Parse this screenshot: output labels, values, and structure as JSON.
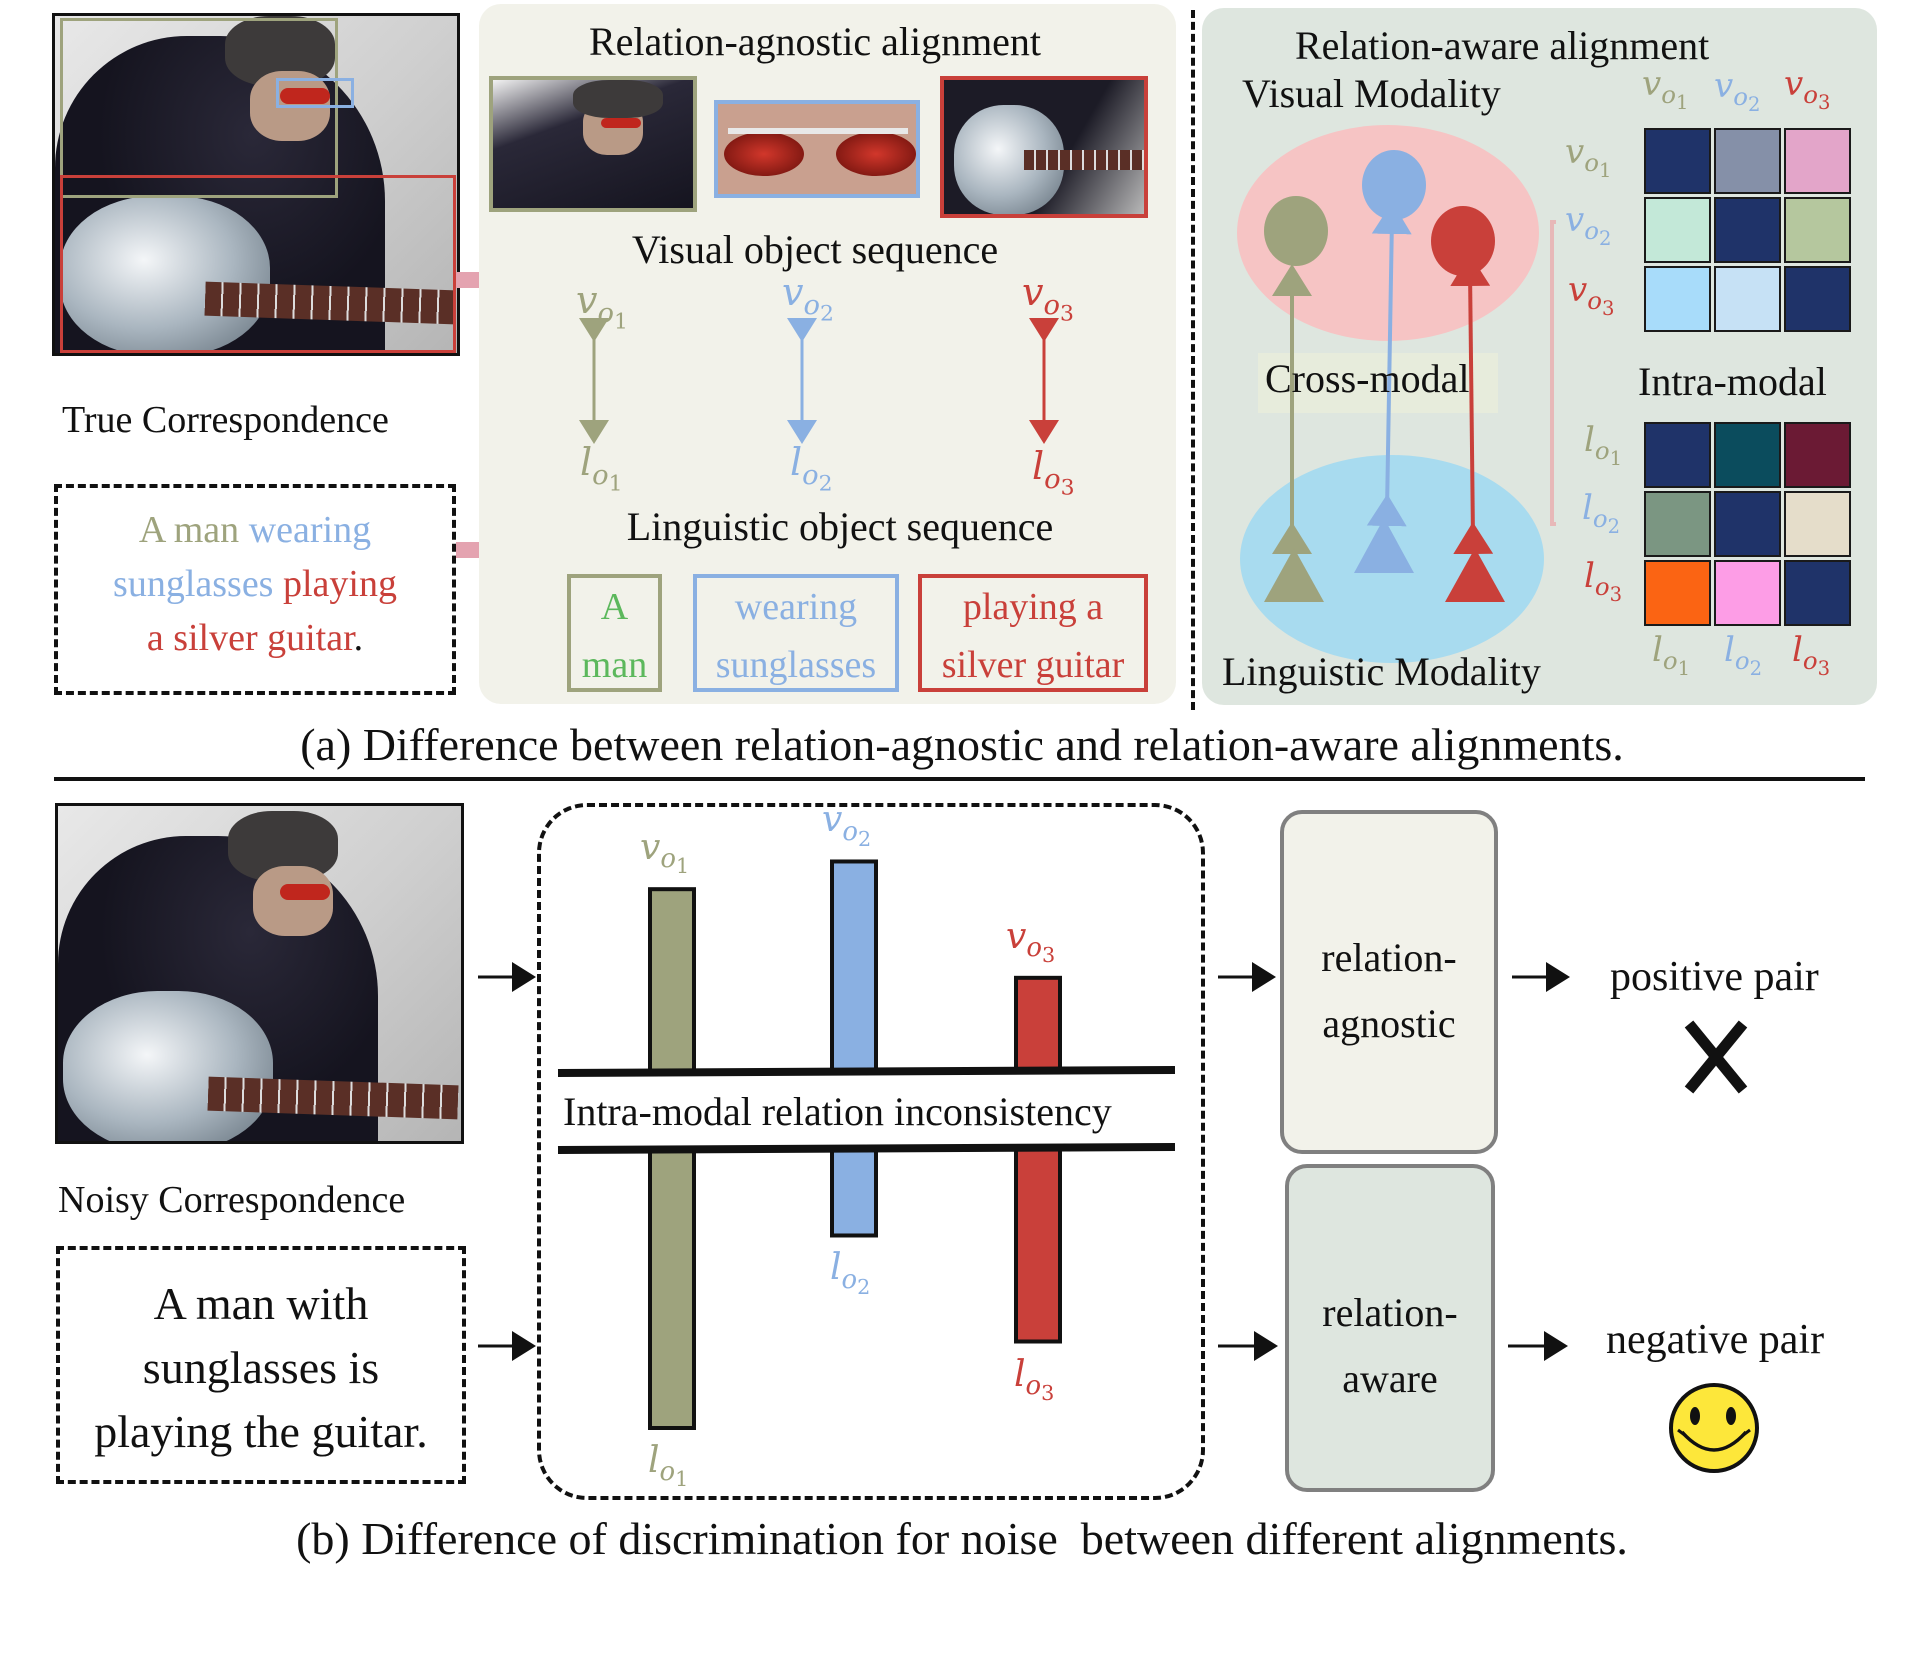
{
  "colors": {
    "green": "#9ea37d",
    "blue": "#8ab0e2",
    "red": "#c9403a",
    "bright_green": "#5cb85c",
    "panel_agnostic_bg": "#f2f2ea",
    "panel_aware_bg": "#dee6df",
    "pink_arrow": "#e4a3b0",
    "visual_ellipse": "#f6c4c4",
    "linguistic_ellipse": "#a8dbef"
  },
  "part_a": {
    "true_correspondence_label": "True Correspondence",
    "caption_tokens": [
      {
        "text": "A man ",
        "color": "green"
      },
      {
        "text": "wearing",
        "color": "blue"
      },
      {
        "text": "sunglasses ",
        "color": "blue"
      },
      {
        "text": "playing",
        "color": "red"
      },
      {
        "text": "a silver guitar",
        "color": "red"
      },
      {
        "text": ".",
        "color": "black"
      }
    ],
    "caption_lines": [
      "A man wearing",
      "sunglasses playing",
      "a silver guitar."
    ],
    "agnostic": {
      "title": "Relation-agnostic alignment",
      "visual_sequence_label": "Visual object sequence",
      "linguistic_sequence_label": "Linguistic object sequence",
      "visual_objects": [
        {
          "symbol": "v",
          "sub": "o",
          "index": "1",
          "color": "green"
        },
        {
          "symbol": "v",
          "sub": "o",
          "index": "2",
          "color": "blue"
        },
        {
          "symbol": "v",
          "sub": "o",
          "index": "3",
          "color": "red"
        }
      ],
      "linguistic_objects": [
        {
          "symbol": "l",
          "sub": "o",
          "index": "1",
          "color": "green"
        },
        {
          "symbol": "l",
          "sub": "o",
          "index": "2",
          "color": "blue"
        },
        {
          "symbol": "l",
          "sub": "o",
          "index": "3",
          "color": "red"
        }
      ],
      "phrases": [
        {
          "line1": "A",
          "line2": "man",
          "color": "green"
        },
        {
          "line1": "wearing",
          "line2": "sunglasses",
          "color": "blue"
        },
        {
          "line1": "playing a",
          "line2": "silver guitar",
          "color": "red"
        }
      ]
    },
    "aware": {
      "title": "Relation-aware alignment",
      "visual_modality_label": "Visual Modality",
      "linguistic_modality_label": "Linguistic Modality",
      "cross_modal_label": "Cross-modal",
      "intra_modal_label": "Intra-modal",
      "visual_matrix": {
        "col_labels": [
          "1",
          "2",
          "3"
        ],
        "row_labels": [
          "1",
          "2",
          "3"
        ],
        "cells": [
          [
            "#1f3369",
            "#8590a8",
            "#e3a5c9"
          ],
          [
            "#c3e8d8",
            "#1f3369",
            "#b5c79e"
          ],
          [
            "#a8dcfa",
            "#c6e1f5",
            "#1f3369"
          ]
        ]
      },
      "linguistic_matrix": {
        "col_labels": [
          "1",
          "2",
          "3"
        ],
        "row_labels": [
          "1",
          "2",
          "3"
        ],
        "cells": [
          [
            "#1f3369",
            "#0b4c5d",
            "#6b1a34"
          ],
          [
            "#7b9682",
            "#1f3369",
            "#e5ddca"
          ],
          [
            "#fb6413",
            "#fd9de6",
            "#1f3369"
          ]
        ]
      }
    },
    "figure_caption": "(a) Difference between relation-agnostic and relation-aware alignments."
  },
  "part_b": {
    "noisy_correspondence_label": "Noisy Correspondence",
    "caption_lines": [
      "A man with",
      "sunglasses is",
      "playing the guitar."
    ],
    "inconsistency_label": "Intra-modal relation inconsistency",
    "agnostic_box_lines": [
      "relation-",
      "agnostic"
    ],
    "aware_box_lines": [
      "relation-",
      "aware"
    ],
    "positive_pair_label": "positive pair",
    "negative_pair_label": "negative pair",
    "positive_result_icon": "cross-mark",
    "negative_result_icon": "smiley-face",
    "figure_caption": "(b) Difference of discrimination for noise  between different alignments."
  },
  "chart_data": {
    "type": "bar",
    "title": "Intra-modal relation inconsistency",
    "categories": [
      "o1",
      "o2",
      "o3"
    ],
    "series": [
      {
        "name": "visual (v)",
        "direction": "up",
        "values": [
          0.66,
          0.76,
          0.34
        ],
        "colors": [
          "green",
          "blue",
          "red"
        ],
        "labels": [
          "v_o1",
          "v_o2",
          "v_o3"
        ]
      },
      {
        "name": "linguistic (l)",
        "direction": "down",
        "values": [
          1.0,
          0.31,
          0.69
        ],
        "colors": [
          "green",
          "blue",
          "red"
        ],
        "labels": [
          "l_o1",
          "l_o2",
          "l_o3"
        ]
      }
    ],
    "units": "relative magnitude (normalized, max = 1)",
    "xlabel": "",
    "ylabel": "",
    "grid": false
  }
}
